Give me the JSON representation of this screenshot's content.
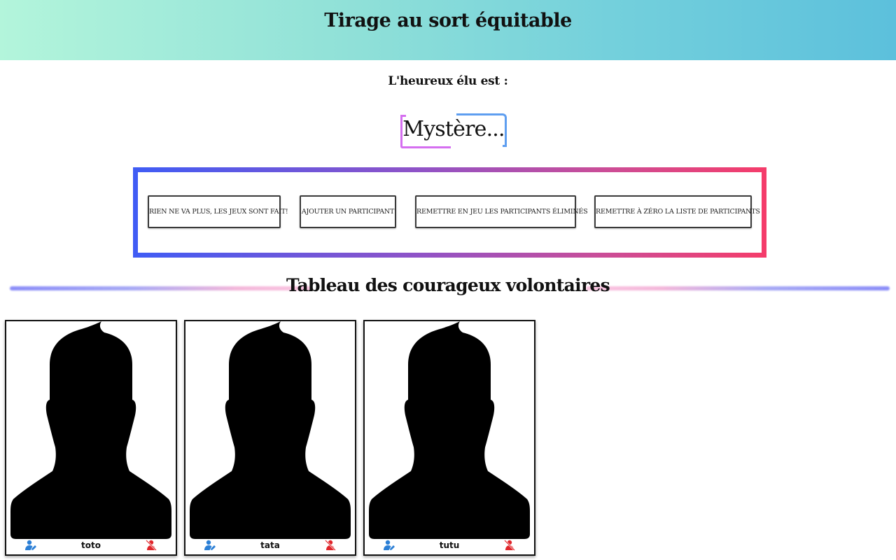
{
  "header": {
    "title": "Tirage au sort équitable"
  },
  "result": {
    "label": "L'heureux élu est :",
    "value": "Mystère..."
  },
  "controls": {
    "buttons": [
      {
        "label": "RIEN NE VA PLUS, LES JEUX SONT FAIT!"
      },
      {
        "label": "AJOUTER UN PARTICIPANT"
      },
      {
        "label": "REMETTRE EN JEU LES PARTICIPANTS ÉLIMINÉS"
      },
      {
        "label": "REMETTRE À ZÉRO LA LISTE DE PARTICIPANTS"
      }
    ]
  },
  "board": {
    "title": "Tableau des courageux volontaires",
    "participants": [
      {
        "name": "toto"
      },
      {
        "name": "tata"
      },
      {
        "name": "tutu"
      }
    ]
  },
  "icons": {
    "edit": "user-edit-icon",
    "remove": "user-remove-icon",
    "avatar": "person-silhouette-icon"
  },
  "colors": {
    "edit_icon": "#2b7fd6",
    "remove_icon": "#e0262b",
    "header_gradient_start": "#b3f5db",
    "header_gradient_end": "#5cc0dc",
    "controls_gradient_start": "#3f5cf5",
    "controls_gradient_end": "#f53c6a"
  }
}
